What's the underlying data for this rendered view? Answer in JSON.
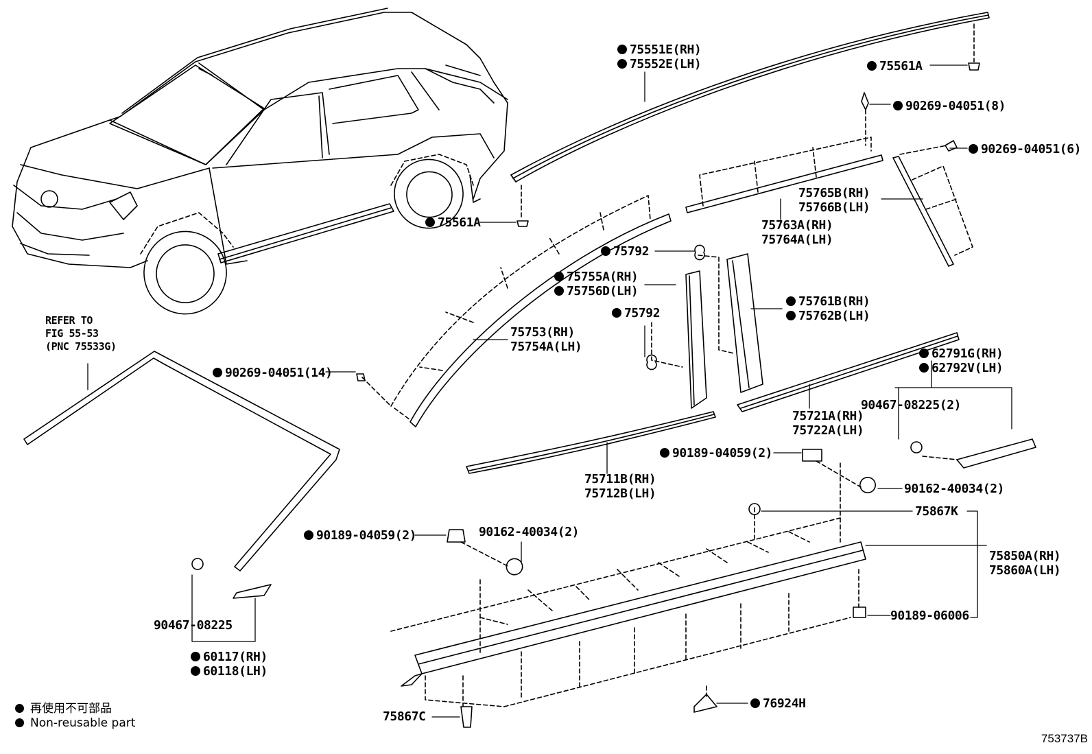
{
  "figure_number": "753737B",
  "legend": {
    "marker_icon": "filled-circle-icon",
    "japanese": "再使用不可部品",
    "english": "Non-reusable part"
  },
  "reference_note": [
    "REFER TO",
    "FIG 55-53",
    "(PNC 75533G)"
  ],
  "labels": {
    "p75551e": "75551E(RH)",
    "p75552e": "75552E(LH)",
    "p75561a_top": "75561A",
    "p75561a_mid": "75561A",
    "p90269_8": "90269-04051(8)",
    "p90269_6": "90269-04051(6)",
    "p75765b": "75765B(RH)",
    "p75766b": "75766B(LH)",
    "p75763a": "75763A(RH)",
    "p75764a": "75764A(LH)",
    "p75792_a": "75792",
    "p75792_b": "75792",
    "p75755a": "75755A(RH)",
    "p75756d": "75756D(LH)",
    "p75761b": "75761B(RH)",
    "p75762b": "75762B(LH)",
    "p75753": "75753(RH)",
    "p75754a": "75754A(LH)",
    "p90269_14": "90269-04051(14)",
    "p62791g": "62791G(RH)",
    "p62792v": "62792V(LH)",
    "p90467_2": "90467-08225(2)",
    "p75721a": "75721A(RH)",
    "p75722a": "75722A(LH)",
    "p90189_2_right": "90189-04059(2)",
    "p90162_2_right": "90162-40034(2)",
    "p75711b": "75711B(RH)",
    "p75712b": "75712B(LH)",
    "p75867k": "75867K",
    "p90189_2_left": "90189-04059(2)",
    "p90162_2_left": "90162-40034(2)",
    "p75850a": "75850A(RH)",
    "p75860a": "75860A(LH)",
    "p90189_06006": "90189-06006",
    "p90467": "90467-08225",
    "p60117": "60117(RH)",
    "p60118": "60118(LH)",
    "p75867c": "75867C",
    "p76924h": "76924H"
  }
}
